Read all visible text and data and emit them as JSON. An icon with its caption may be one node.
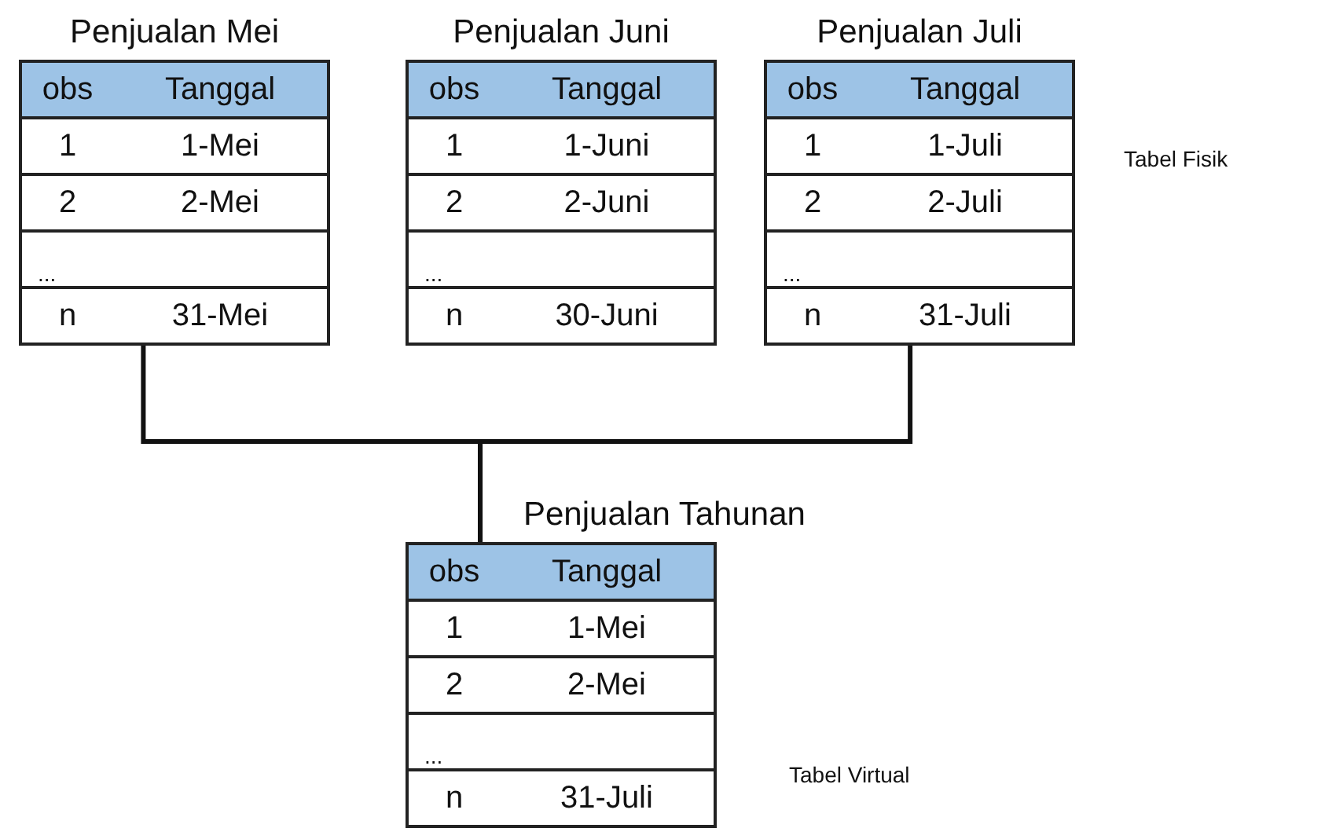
{
  "diagram": {
    "nodes": [
      {
        "text": [
          "Penjualan Mei",
          "obs",
          "Tanggal",
          "1",
          "1-Mei",
          "2",
          "2-Mei",
          "...",
          "n",
          "31-Mei"
        ]
      },
      {
        "text": [
          "Penjualan Juni",
          "obs",
          "Tanggal",
          "1",
          "1-Juni",
          "2",
          "2-Juni",
          "...",
          "n",
          "30-Juni"
        ]
      },
      {
        "text": [
          "Penjualan Juli",
          "obs",
          "Tanggal",
          "1",
          "1-Juli",
          "2",
          "2-Juli",
          "...",
          "n",
          "31-Juli"
        ]
      },
      {
        "text": [
          "Penjualan Tahunan",
          "obs",
          "Tanggal",
          "1",
          "1-Mei",
          "2",
          "2-Mei",
          "...",
          "n",
          "31-Juli"
        ]
      }
    ],
    "edges": [
      {
        "from": 0,
        "to": 3,
        "arrow": "none"
      },
      {
        "from": 2,
        "to": 3,
        "arrow": "none"
      }
    ],
    "labels": [
      "Tabel Fisik",
      "Tabel Virtual"
    ]
  }
}
